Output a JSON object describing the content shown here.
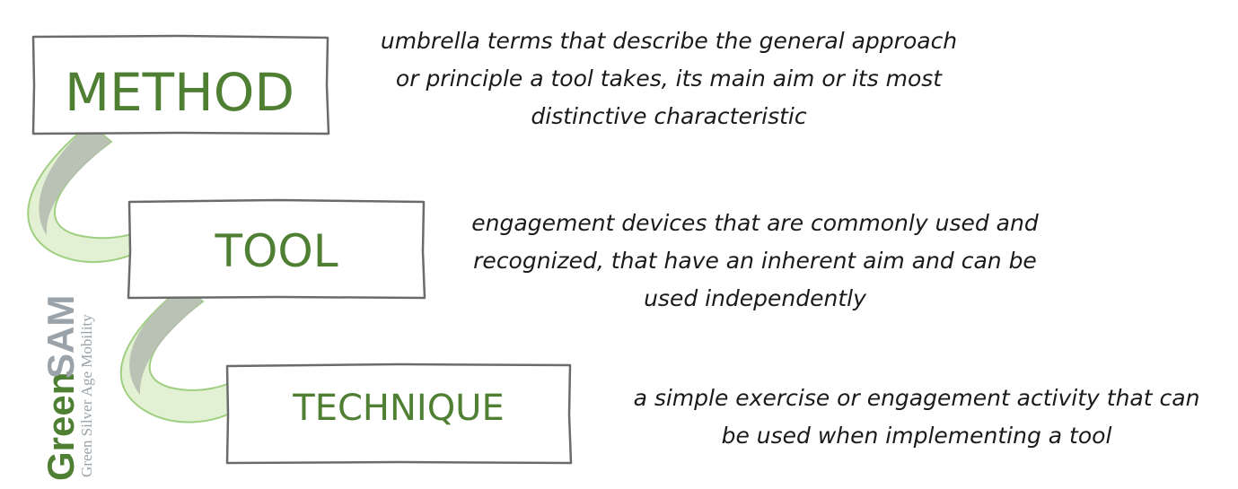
{
  "levels": [
    {
      "term": "METHOD",
      "description_lines": [
        "umbrella terms that describe the general approach",
        "or principle a tool takes, its main aim or its most",
        "distinctive characteristic"
      ]
    },
    {
      "term": "TOOL",
      "description_lines": [
        "engagement devices that are commonly used and",
        "recognized, that have an inherent aim and can be",
        "used independently"
      ]
    },
    {
      "term": "TECHNIQUE",
      "description_lines": [
        "a simple exercise or engagement activity that can",
        "be used when implementing a tool"
      ]
    }
  ],
  "logo": {
    "green": "Green",
    "sam": "SAM",
    "tagline": "Green Silver Age Mobility"
  },
  "colors": {
    "term_text": "#4f7f33",
    "box_border": "#6b6b6b",
    "arrow_fill": "#e2f1d4",
    "arrow_stroke": "#9fcf80",
    "arrow_shade": "#b5bdb0",
    "logo_green": "#4f7f33",
    "logo_grey": "#9aa3a9"
  }
}
